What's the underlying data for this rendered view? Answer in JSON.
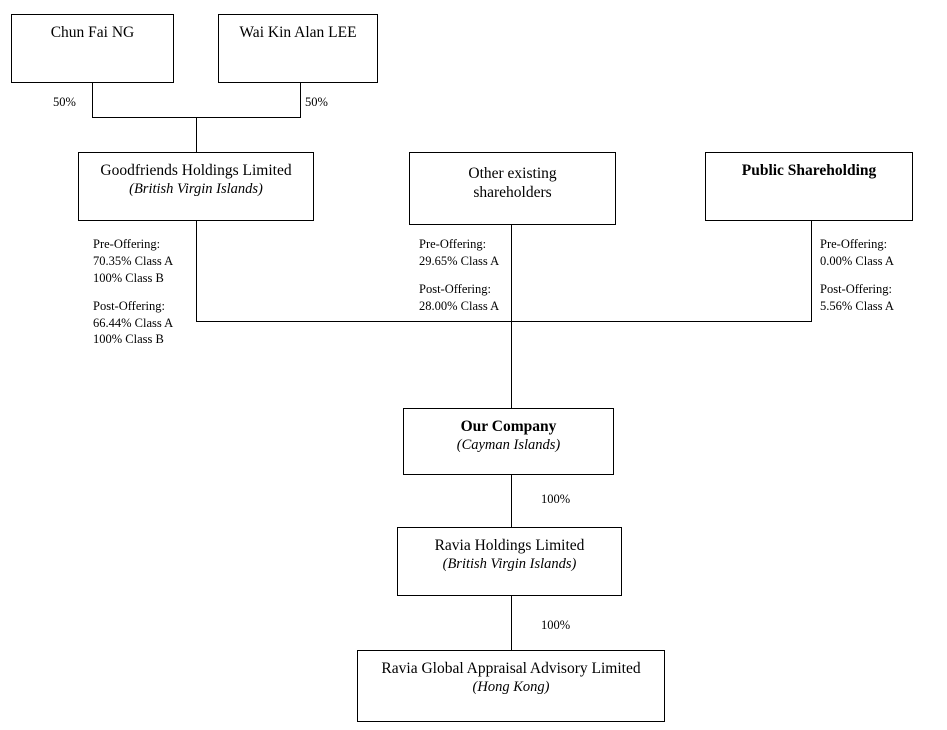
{
  "diagram": {
    "title": "Shareholding and corporate structure chart",
    "type": "org-chart",
    "line_color": "#000000",
    "background": "#ffffff"
  },
  "boxes": {
    "chun_fai_ng": {
      "name": "Chun Fai NG",
      "jurisdiction": ""
    },
    "wai_kin_alan_lee": {
      "name": "Wai Kin Alan LEE",
      "jurisdiction": ""
    },
    "goodfriends": {
      "name": "Goodfriends Holdings Limited",
      "jurisdiction": "(British Virgin Islands)"
    },
    "other_shareholders": {
      "name": "Other existing",
      "name2": "shareholders"
    },
    "public_shareholding": {
      "name": "Public Shareholding",
      "jurisdiction": ""
    },
    "our_company": {
      "name": "Our Company",
      "jurisdiction": "(Cayman Islands)"
    },
    "ravia_holdings": {
      "name": "Ravia Holdings Limited",
      "jurisdiction": "(British Virgin Islands)"
    },
    "ravia_global": {
      "name": "Ravia Global Appraisal Advisory Limited",
      "jurisdiction": "(Hong Kong)"
    }
  },
  "edge_labels": {
    "ng_to_goodfriends": "50%",
    "lee_to_goodfriends": "50%",
    "company_to_ravia_holdings": "100%",
    "ravia_holdings_to_ravia_global": "100%"
  },
  "annotations": {
    "goodfriends": {
      "pre_label": "Pre-Offering:",
      "pre_lines": [
        "70.35% Class A",
        "100% Class B"
      ],
      "post_label": "Post-Offering:",
      "post_lines": [
        "66.44% Class A",
        "100% Class B"
      ]
    },
    "other_shareholders": {
      "pre_label": "Pre-Offering:",
      "pre_lines": [
        "29.65% Class A"
      ],
      "post_label": "Post-Offering:",
      "post_lines": [
        "28.00% Class A"
      ]
    },
    "public_shareholding": {
      "pre_label": "Pre-Offering:",
      "pre_lines": [
        "0.00% Class A"
      ],
      "post_label": "Post-Offering:",
      "post_lines": [
        "5.56% Class A"
      ]
    }
  }
}
